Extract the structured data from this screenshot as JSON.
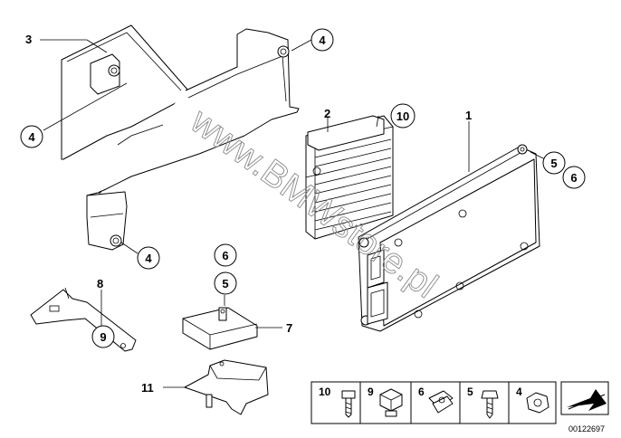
{
  "watermark": "www.BMWstore.pl",
  "document_id": "00122697",
  "callouts": {
    "c1": "1",
    "c2": "2",
    "c3": "3",
    "c4a": "4",
    "c4b": "4",
    "c4c": "4",
    "c5a": "5",
    "c5b": "5",
    "c6a": "6",
    "c6b": "6",
    "c7": "7",
    "c8": "8",
    "c9": "9",
    "c10": "10",
    "c11": "11"
  },
  "legend": [
    {
      "number": "10",
      "icon": "bolt-icon"
    },
    {
      "number": "9",
      "icon": "nut-icon"
    },
    {
      "number": "6",
      "icon": "clip-nut-icon"
    },
    {
      "number": "5",
      "icon": "screw-icon"
    },
    {
      "number": "4",
      "icon": "hex-nut-icon"
    }
  ]
}
